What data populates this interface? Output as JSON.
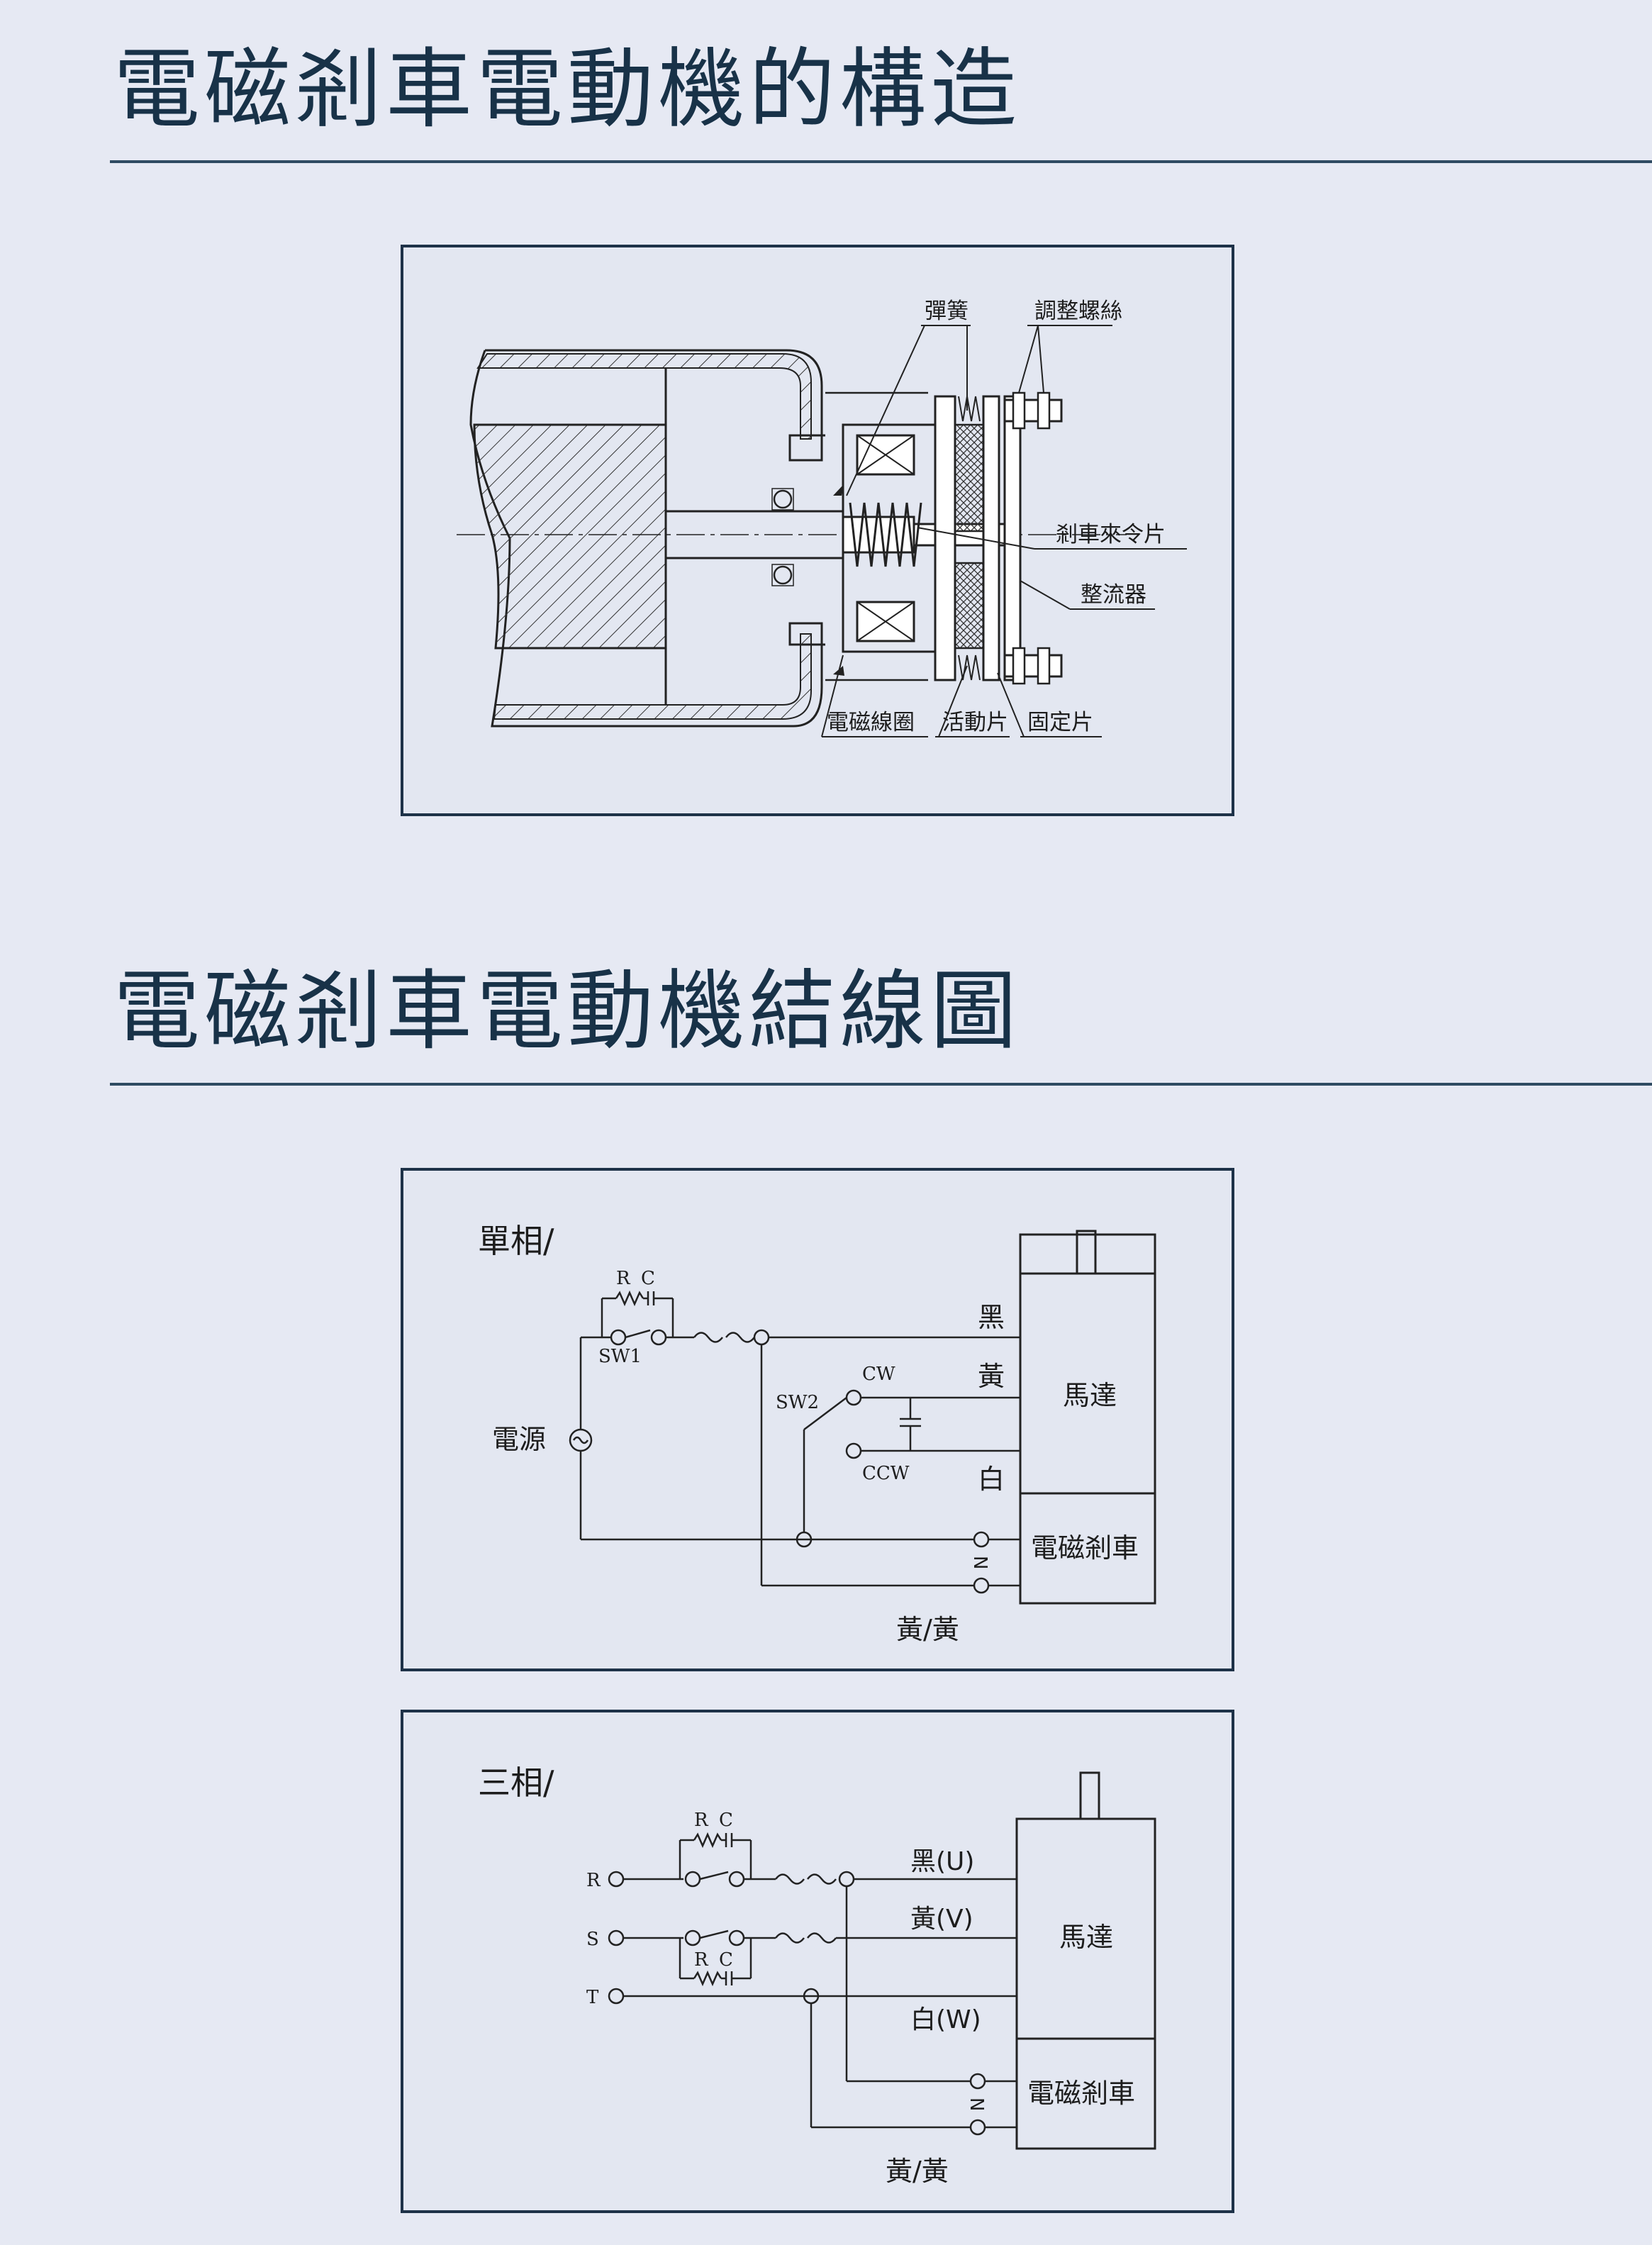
{
  "section1": {
    "title": "電磁剎車電動機的構造",
    "labels": {
      "spring": "彈簧",
      "adjust_screw": "調整螺絲",
      "brake_lining": "剎車來令片",
      "rectifier": "整流器",
      "coil": "電磁線圈",
      "moving_plate": "活動片",
      "fixed_plate": "固定片"
    }
  },
  "section2": {
    "title": "電磁剎車電動機結線圖",
    "single": {
      "heading": "單相/",
      "rc_r": "R",
      "rc_c": "C",
      "sw1": "SW1",
      "sw2": "SW2",
      "cw": "CW",
      "ccw": "CCW",
      "power": "電源",
      "black": "黑",
      "yellow": "黃",
      "white": "白",
      "motor": "馬達",
      "brake": "電磁剎車",
      "n": "N",
      "yy": "黃/黃"
    },
    "three": {
      "heading": "三相/",
      "rc_r": "R",
      "rc_c": "C",
      "rc2_r": "R",
      "rc2_c": "C",
      "r": "R",
      "s": "S",
      "t": "T",
      "black_u": "黑(U)",
      "yellow_v": "黃(V)",
      "white_w": "白(W)",
      "motor": "馬達",
      "brake": "電磁剎車",
      "n": "N",
      "yy": "黃/黃"
    }
  }
}
